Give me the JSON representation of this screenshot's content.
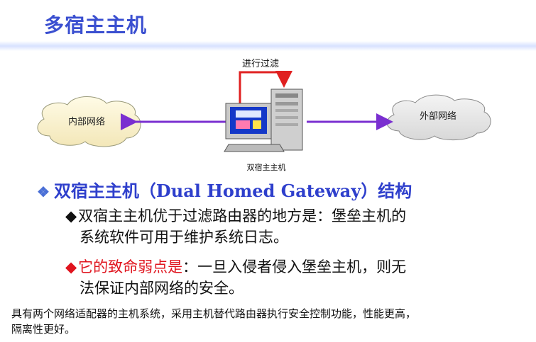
{
  "title": "多宿主主机",
  "diagram": {
    "top_label": "进行过滤",
    "bottom_label": "双宿主主机",
    "left_cloud": "内部网络",
    "right_cloud": "外部网络"
  },
  "heading": "双宿主主机（Dual Homed Gateway）结构",
  "points": [
    {
      "diamond": "◆",
      "line1": "双宿主主机优于过滤路由器的地方是：堡垒主机的",
      "line2": "系统软件可用于维护系统日志。"
    },
    {
      "diamond": "◆",
      "red_text": "它的致命弱点是",
      "line1_rest": "：一旦入侵者侵入堡垒主机，则无",
      "line2": "法保证内部网络的安全。"
    }
  ],
  "footer": {
    "line1": "具有两个网络适配器的主机系统，采用主机替代路由器执行安全控制功能，性能更高，",
    "line2": "隔离性更好。"
  },
  "colors": {
    "title": "#3a4fd0",
    "heading": "#2e3fcc",
    "arrow": "#7a2fd0",
    "filter_arrow": "#e02020",
    "warning": "#e0141e"
  }
}
